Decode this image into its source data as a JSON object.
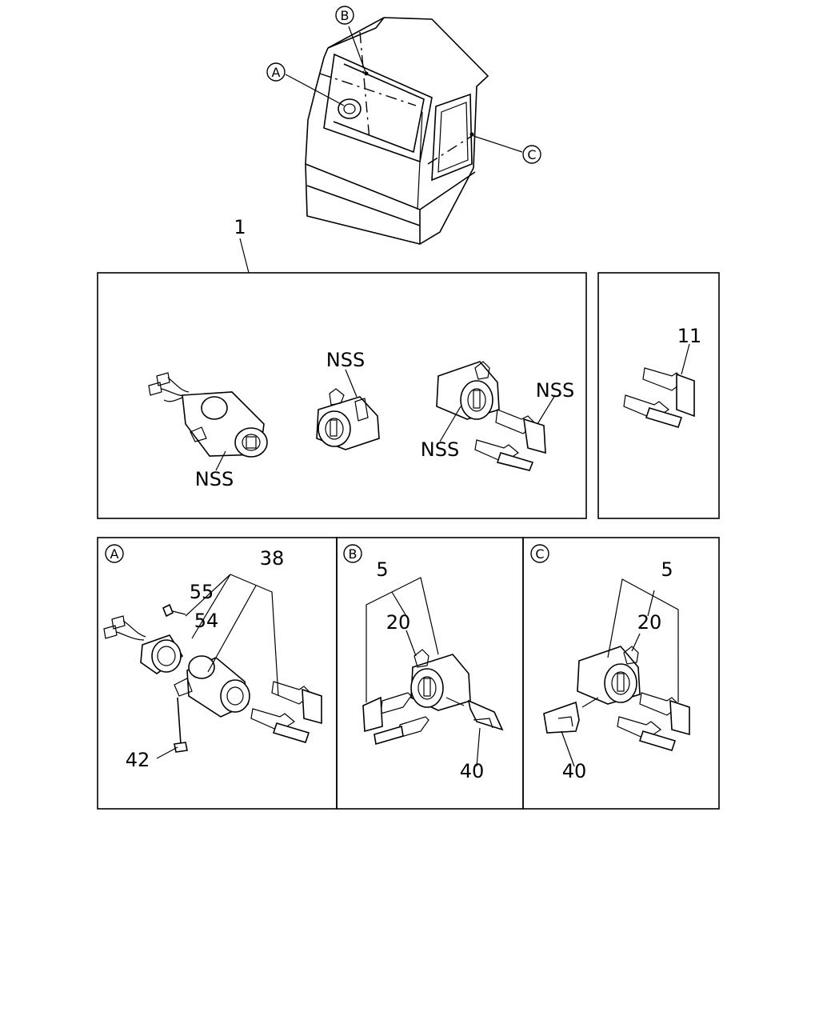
{
  "callouts": {
    "a": "A",
    "b": "B",
    "c": "C",
    "ref_1": "1",
    "ref_11": "11",
    "nss_1": "NSS",
    "nss_2": "NSS",
    "nss_3": "NSS",
    "nss_4": "NSS",
    "ref_38": "38",
    "ref_55": "55",
    "ref_54": "54",
    "ref_42": "42",
    "ref_5_b": "5",
    "ref_20_b": "20",
    "ref_40_b": "40",
    "ref_5_c": "5",
    "ref_20_c": "20",
    "ref_40_c": "40"
  },
  "detail_panels": {
    "a": "A",
    "b": "B",
    "c": "C"
  }
}
